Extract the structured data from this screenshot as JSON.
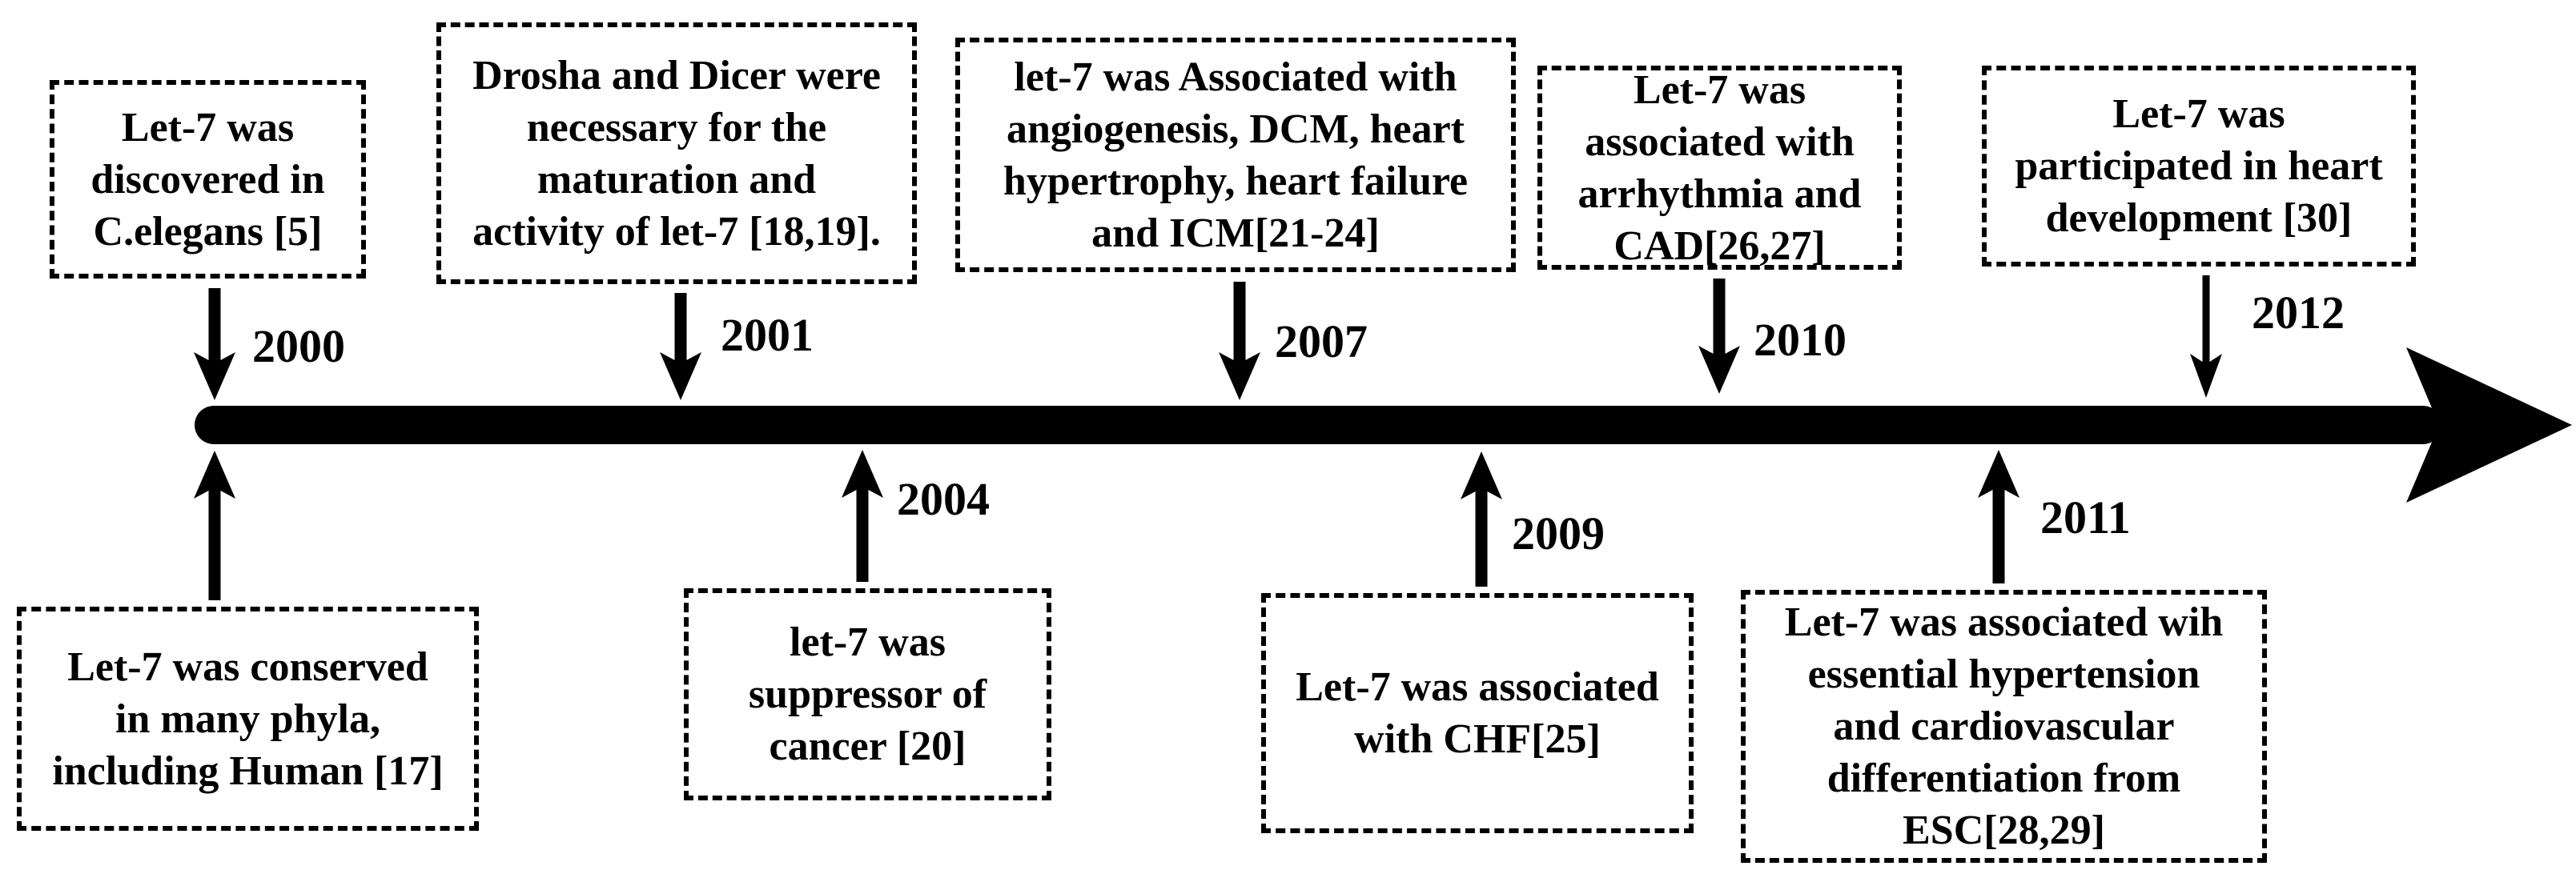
{
  "figure": {
    "kind": "timeline-diagram",
    "topic": "History of let-7 discoveries",
    "ink_color": "#000000",
    "background_color": "#ffffff",
    "axis": {
      "direction": "left-to-right",
      "first_year": "2000",
      "last_year": "2012"
    }
  },
  "events": [
    {
      "year": "2000",
      "side": "top",
      "text": "Let-7 was\ndiscovered in\nC.elegans [5]"
    },
    {
      "year": "",
      "side": "bottom",
      "text": "Let-7 was conserved\nin many phyla,\nincluding Human [17]"
    },
    {
      "year": "2001",
      "side": "top",
      "text": "Drosha and Dicer were\nnecessary for the\nmaturation and\nactivity of let-7 [18,19]."
    },
    {
      "year": "2004",
      "side": "bottom",
      "text": "let-7 was\nsuppressor of\ncancer [20]"
    },
    {
      "year": "2007",
      "side": "top",
      "text": "let-7 was Associated with\nangiogenesis, DCM, heart\nhypertrophy, heart failure\nand ICM[21-24]"
    },
    {
      "year": "2009",
      "side": "bottom",
      "text": "Let-7 was associated\nwith CHF[25]"
    },
    {
      "year": "2010",
      "side": "top",
      "text": "Let-7 was\nassociated with\narrhythmia and\nCAD[26,27]"
    },
    {
      "year": "2011",
      "side": "bottom",
      "text": "Let-7 was associated wih\nessential hypertension\nand cardiovascular\ndifferentiation from\nESC[28,29]"
    },
    {
      "year": "2012",
      "side": "top",
      "text": "Let-7 was\nparticipated in heart\ndevelopment [30]"
    }
  ]
}
